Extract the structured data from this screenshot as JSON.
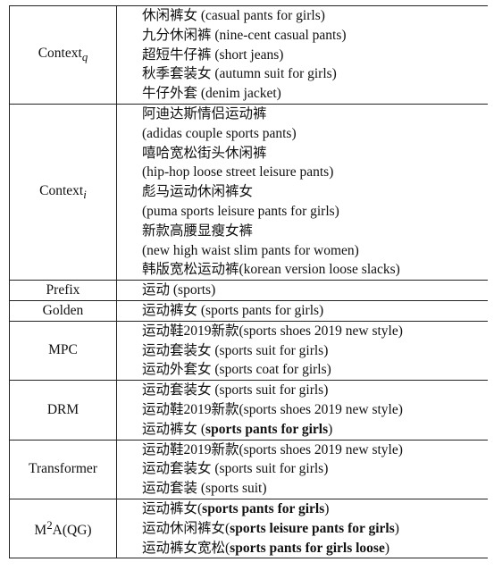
{
  "rows": [
    {
      "label": "Context",
      "sub": "q",
      "items": [
        [
          {
            "t": "休闲裤女 (casual pants for girls)"
          }
        ],
        [
          {
            "t": "九分休闲裤 (nine-cent casual pants)"
          }
        ],
        [
          {
            "t": "超短牛仔裤 (short jeans)"
          }
        ],
        [
          {
            "t": "秋季套装女 (autumn suit for girls)"
          }
        ],
        [
          {
            "t": "牛仔外套 (denim jacket)"
          }
        ]
      ]
    },
    {
      "label": "Context",
      "sub": "i",
      "items": [
        [
          {
            "t": "阿迪达斯情侣运动裤"
          }
        ],
        [
          {
            "t": "(adidas couple sports pants)"
          }
        ],
        [
          {
            "t": "嘻哈宽松街头休闲裤"
          }
        ],
        [
          {
            "t": "(hip-hop loose street leisure pants)"
          }
        ],
        [
          {
            "t": "彪马运动休闲裤女"
          }
        ],
        [
          {
            "t": "(puma sports leisure pants for girls)"
          }
        ],
        [
          {
            "t": "新款高腰显瘦女裤"
          }
        ],
        [
          {
            "t": "(new high waist slim pants for women)"
          }
        ],
        [
          {
            "t": "韩版宽松运动裤(korean version loose slacks)"
          }
        ]
      ]
    },
    {
      "label": "Prefix",
      "items": [
        [
          {
            "t": "运动 (sports)"
          }
        ]
      ]
    },
    {
      "label": "Golden",
      "items": [
        [
          {
            "t": "运动裤女 (sports pants for girls)"
          }
        ]
      ]
    },
    {
      "label": "MPC",
      "items": [
        [
          {
            "t": "运动鞋2019新款(sports shoes 2019 new style)"
          }
        ],
        [
          {
            "t": "运动套装女 (sports suit for girls)"
          }
        ],
        [
          {
            "t": "运动外套女 (sports coat for girls)"
          }
        ]
      ]
    },
    {
      "label": "DRM",
      "items": [
        [
          {
            "t": "运动套装女 (sports suit for girls)"
          }
        ],
        [
          {
            "t": "运动鞋2019新款(sports shoes 2019 new style)"
          }
        ],
        [
          {
            "t": "运动裤女 ("
          },
          {
            "t": "sports pants for girls",
            "b": true
          },
          {
            "t": ")"
          }
        ]
      ]
    },
    {
      "label": "Transformer",
      "items": [
        [
          {
            "t": "运动鞋2019新款(sports shoes 2019 new style)"
          }
        ],
        [
          {
            "t": "运动套装女 (sports suit for girls)"
          }
        ],
        [
          {
            "t": "运动套装 (sports suit)"
          }
        ]
      ]
    },
    {
      "label": "M",
      "sup": "2",
      "after": "A(QG)",
      "items": [
        [
          {
            "t": "运动裤女("
          },
          {
            "t": "sports pants for girls",
            "b": true
          },
          {
            "t": ")"
          }
        ],
        [
          {
            "t": "运动休闲裤女("
          },
          {
            "t": "sports leisure pants for girls",
            "b": true
          },
          {
            "t": ")"
          }
        ],
        [
          {
            "t": "运动裤女宽松("
          },
          {
            "t": "sports pants for girls loose",
            "b": true
          },
          {
            "t": ")"
          }
        ]
      ]
    }
  ]
}
